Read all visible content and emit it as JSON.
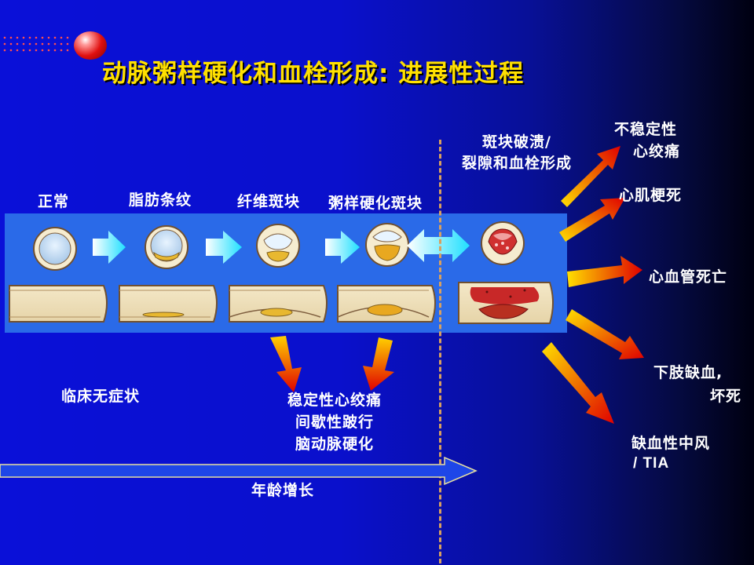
{
  "title": "动脉粥样硬化和血栓形成: 进展性过程",
  "stages": {
    "normal": "正常",
    "fatty_streak": "脂肪条纹",
    "fibrous_plaque": "纤维斑块",
    "atheroma": "粥样硬化斑块"
  },
  "rupture": {
    "line1": "斑块破溃/",
    "line2": "裂隙和血栓形成"
  },
  "outcomes": {
    "unstable_angina_1": "不稳定性",
    "unstable_angina_2": "心绞痛",
    "mi": "心肌梗死",
    "cv_death": "心血管死亡",
    "limb_ischemia_1": "下肢缺血,",
    "limb_ischemia_2": "坏死",
    "stroke_1": "缺血性中风",
    "stroke_2": "/ TIA"
  },
  "asymptomatic": "临床无症状",
  "stable_conditions": {
    "line1": "稳定性心绞痛",
    "line2": "间歇性跛行",
    "line3": "脑动脉硬化"
  },
  "age_label": "年龄增长",
  "colors": {
    "title": "#ffe000",
    "panel": "#2a6ae8",
    "dashed_line": "#d8a060",
    "arrow_gradient_start": "#ffe000",
    "arrow_gradient_end": "#e00000"
  }
}
